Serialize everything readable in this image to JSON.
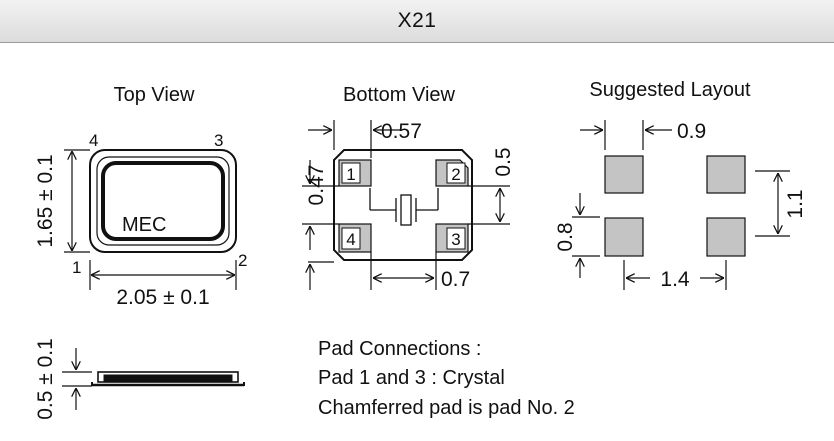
{
  "header": {
    "title": "X21"
  },
  "top_view": {
    "title": "Top View",
    "marking": "MEC",
    "pin_labels": [
      "1",
      "2",
      "3",
      "4"
    ],
    "height_dim": "1.65 ± 0.1",
    "width_dim": "2.05 ± 0.1"
  },
  "bottom_view": {
    "title": "Bottom View",
    "pad_labels": [
      "1",
      "2",
      "3",
      "4"
    ],
    "dim_top": "0.57",
    "dim_left": "0.47",
    "dim_right": "0.5",
    "dim_bottom": "0.7"
  },
  "suggested_layout": {
    "title": "Suggested Layout",
    "dim_top": "0.9",
    "dim_right": "1.1",
    "dim_left": "0.8",
    "dim_bottom": "1.4"
  },
  "side_view": {
    "thickness_dim": "0.5 ± 0.1"
  },
  "pad_connections": {
    "line1": "Pad Connections :",
    "line2": "Pad 1 and 3 : Crystal",
    "line3": "Chamferred pad is pad No. 2"
  },
  "colors": {
    "pad_fill": "#c4c4c4",
    "line": "#111111",
    "header_bg": "#e6e6e6"
  }
}
